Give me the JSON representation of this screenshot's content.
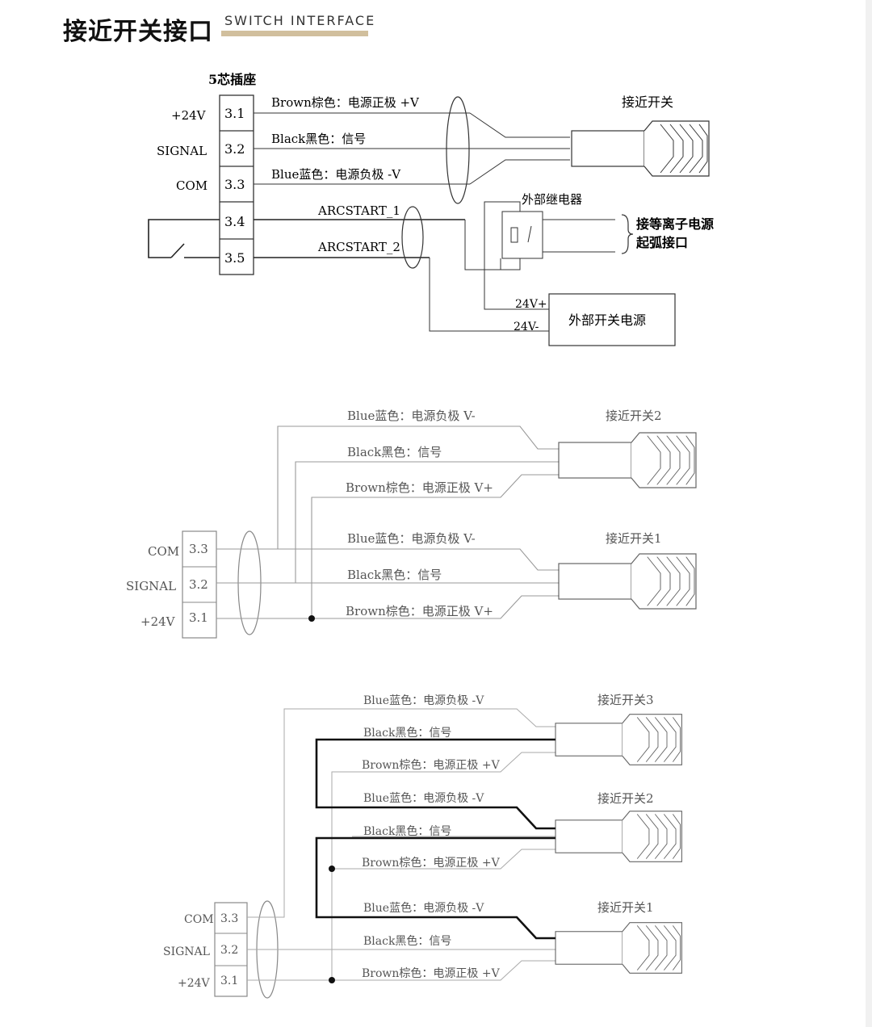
{
  "header": {
    "title_cn": "接近开关接口",
    "title_en": "SWITCH INTERFACE"
  },
  "diagram1": {
    "socket_title": "5芯插座",
    "pins": [
      "3.1",
      "3.2",
      "3.3",
      "3.4",
      "3.5"
    ],
    "pin_labels": [
      "+24V",
      "SIGNAL",
      "COM"
    ],
    "wires": [
      "Brown棕色：电源正极 +V",
      "Black黑色：信号",
      "Blue蓝色：电源负极 -V"
    ],
    "arcstart": [
      "ARCSTART_1",
      "ARCSTART_2"
    ],
    "sensor_label": "接近开关",
    "relay_label": "外部继电器",
    "plasma_label": [
      "接等离子电源",
      "起弧接口"
    ],
    "power_label": "外部开关电源",
    "power_pins": [
      "24V+",
      "24V-"
    ]
  },
  "diagram2": {
    "pins": [
      "3.3",
      "3.2",
      "3.1"
    ],
    "pin_labels": [
      "COM",
      "SIGNAL",
      "+24V"
    ],
    "sensors": [
      {
        "name": "接近开关2",
        "wires": [
          "Blue蓝色：电源负极 V-",
          "Black黑色：信号",
          "Brown棕色：电源正极 V+"
        ]
      },
      {
        "name": "接近开关1",
        "wires": [
          "Blue蓝色：电源负极 V-",
          "Black黑色：信号",
          "Brown棕色：电源正极 V+"
        ]
      }
    ]
  },
  "diagram3": {
    "pins": [
      "3.3",
      "3.2",
      "3.1"
    ],
    "pin_labels": [
      "COM",
      "SIGNAL",
      "+24V"
    ],
    "sensors": [
      {
        "name": "接近开关3",
        "wires": [
          "Blue蓝色：电源负极 -V",
          "Black黑色：信号",
          "Brown棕色：电源正极 +V"
        ]
      },
      {
        "name": "接近开关2",
        "wires": [
          "Blue蓝色：电源负极 -V",
          "Black黑色：信号",
          "Brown棕色：电源正极 +V"
        ]
      },
      {
        "name": "接近开关1",
        "wires": [
          "Blue蓝色：电源负极 -V",
          "Black黑色：信号",
          "Brown棕色：电源正极 +V"
        ]
      }
    ]
  }
}
